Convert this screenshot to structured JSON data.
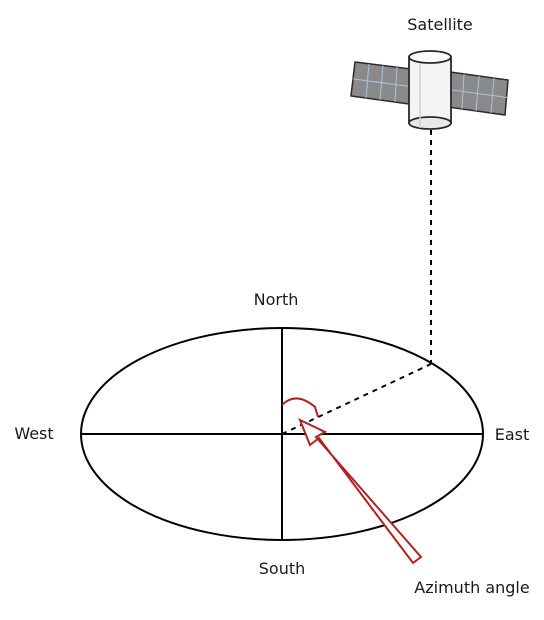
{
  "labels": {
    "satellite": "Satellite",
    "north": "North",
    "south": "South",
    "east": "East",
    "west": "West",
    "azimuth": "Azimuth angle"
  },
  "icons": {
    "satellite": "satellite-icon",
    "arrow": "arrow-icon"
  },
  "colors": {
    "line": "#000000",
    "arrow": "#b22222",
    "panel_fill": "#888888",
    "panel_grid": "#9bb7d4",
    "body_fill": "#f2f2f2"
  }
}
